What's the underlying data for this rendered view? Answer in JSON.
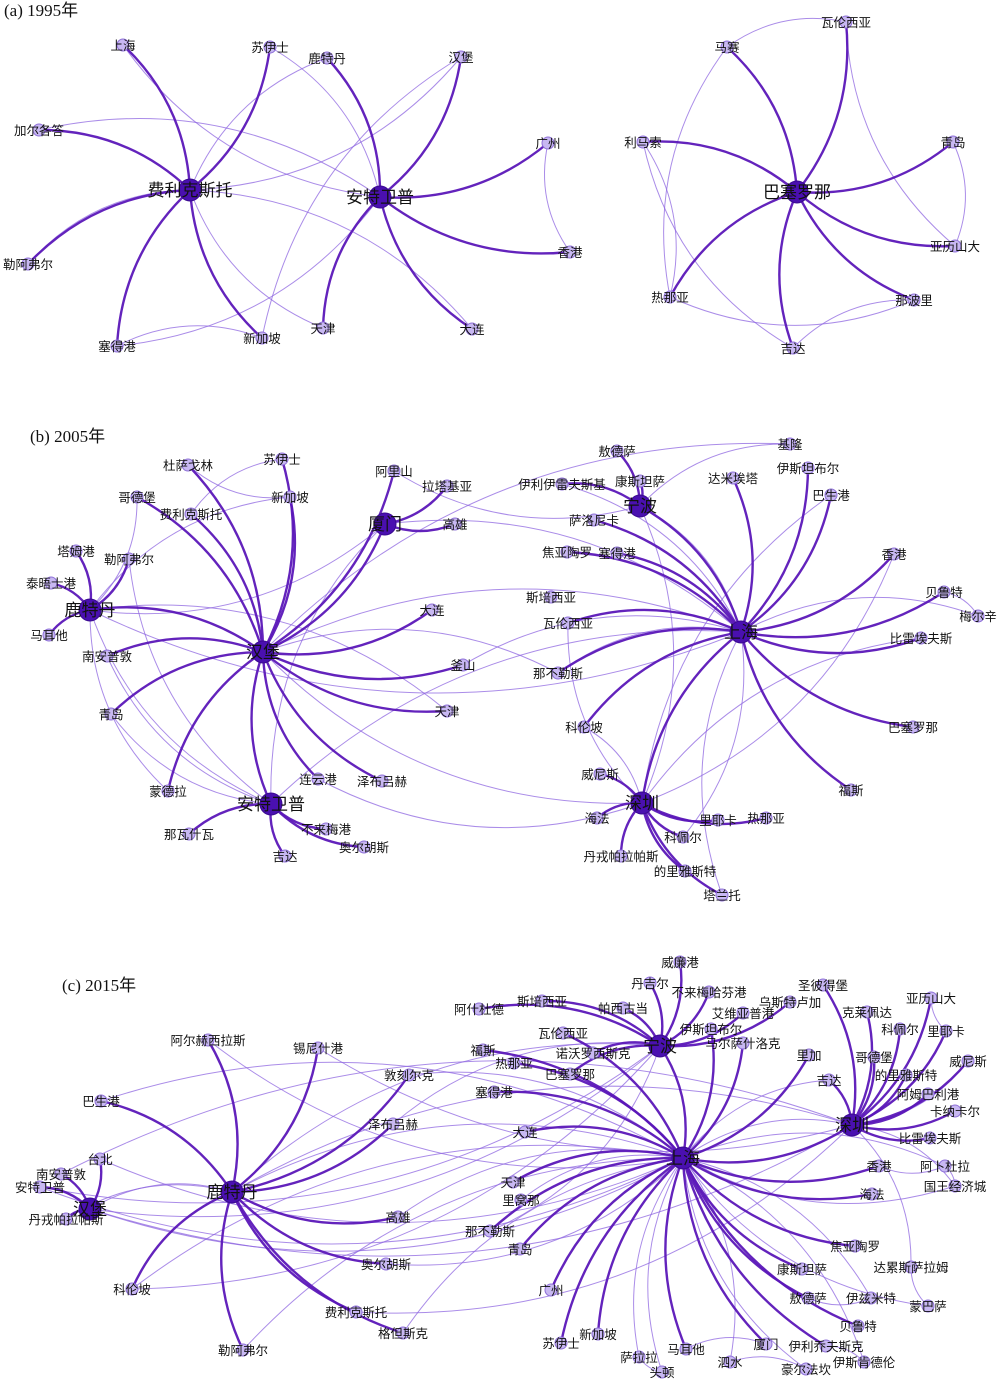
{
  "panels": [
    {
      "id": "a",
      "title": "(a) 1995年",
      "hubs": [
        {
          "name": "费利克斯托",
          "spokes": [
            "上海",
            "苏伊士",
            "加尔各答",
            "勒阿弗尔",
            "塞得港",
            "新加坡"
          ]
        },
        {
          "name": "安特卫普",
          "spokes": [
            "鹿特丹",
            "汉堡",
            "广州",
            "香港",
            "大连",
            "天津"
          ]
        },
        {
          "name": "巴塞罗那",
          "spokes": [
            "马赛",
            "瓦伦西亚",
            "利马索",
            "青岛",
            "亚历山大",
            "那波里",
            "吉达",
            "热那亚"
          ]
        }
      ],
      "nodes": [
        "上海",
        "苏伊士",
        "鹿特丹",
        "汉堡",
        "瓦伦西亚",
        "马赛",
        "加尔各答",
        "广州",
        "利马索",
        "青岛",
        "费利克斯托",
        "安特卫普",
        "巴塞罗那",
        "香港",
        "亚历山大",
        "勒阿弗尔",
        "热那亚",
        "那波里",
        "天津",
        "大连",
        "新加坡",
        "塞得港",
        "吉达"
      ]
    },
    {
      "id": "b",
      "title": "(b) 2005年",
      "hubs": [
        {
          "name": "汉堡",
          "spokes": [
            "费利克斯托",
            "哥德堡",
            "杜萨戈林",
            "苏伊士",
            "新加坡",
            "阿里山",
            "厦门",
            "大连",
            "釜山",
            "天津",
            "连云港",
            "泽布吕赫",
            "安特卫普",
            "蒙德拉",
            "青岛",
            "南安普敦",
            "鹿特丹"
          ]
        },
        {
          "name": "上海",
          "spokes": [
            "宁波",
            "达米埃塔",
            "伊斯坦布尔",
            "巴生港",
            "香港",
            "贝鲁特",
            "比雷埃夫斯",
            "巴塞罗那",
            "福斯",
            "深圳",
            "科伦坡",
            "那不勒斯",
            "瓦伦西亚",
            "塞得港",
            "萨洛尼卡",
            "焦亚陶罗"
          ]
        },
        {
          "name": "深圳",
          "spokes": [
            "威尼斯",
            "海法",
            "科佩尔",
            "丹戎帕拉帕斯",
            "的里雅斯特",
            "塔兰托",
            "里耶卡",
            "热那亚"
          ]
        },
        {
          "name": "鹿特丹",
          "spokes": [
            "塔姆港",
            "泰晤士港",
            "马耳他",
            "勒阿弗尔"
          ]
        },
        {
          "name": "安特卫普",
          "spokes": [
            "不来梅港",
            "吉达",
            "奥尔胡斯",
            "那瓦什瓦"
          ]
        },
        {
          "name": "厦门",
          "spokes": [
            "拉塔基亚",
            "高雄"
          ]
        },
        {
          "name": "宁波",
          "spokes": [
            "敖德萨",
            "伊利伊雷夫斯基",
            "康斯坦萨"
          ]
        }
      ],
      "nodes": [
        "敖德萨",
        "基隆",
        "伊斯坦布尔",
        "杜萨戈林",
        "苏伊士",
        "阿里山",
        "康斯坦萨",
        "伊利伊雷夫斯基",
        "达米埃塔",
        "巴生港",
        "哥德堡",
        "拉塔基亚",
        "宁波",
        "费利克斯托",
        "新加坡",
        "厦门",
        "高雄",
        "萨洛尼卡",
        "塞得港",
        "塔姆港",
        "焦亚陶罗",
        "勒阿弗尔",
        "香港",
        "泰晤士港",
        "斯培西亚",
        "鹿特丹",
        "贝鲁特",
        "梅尔辛",
        "大连",
        "瓦伦西亚",
        "马耳他",
        "上海",
        "汉堡",
        "比雷埃夫斯",
        "南安普敦",
        "釜山",
        "那不勒斯",
        "天津",
        "青岛",
        "科伦坡",
        "巴塞罗那",
        "连云港",
        "泽布吕赫",
        "威尼斯",
        "蒙德拉",
        "福斯",
        "安特卫普",
        "深圳",
        "海法",
        "里耶卡",
        "热那亚",
        "不来梅港",
        "科佩尔",
        "那瓦什瓦",
        "奥尔胡斯",
        "丹戎帕拉帕斯",
        "吉达",
        "的里雅斯特",
        "塔兰托"
      ]
    },
    {
      "id": "c",
      "title": "(c) 2015年",
      "hubs": [
        {
          "name": "上海",
          "spokes": [
            "宁波",
            "伊斯坦布尔",
            "马尔萨什洛克",
            "里加",
            "深圳",
            "香港",
            "海法",
            "焦亚陶罗",
            "康斯坦萨",
            "敖德萨",
            "贝鲁特",
            "伊利乔夫斯克",
            "厦门",
            "马耳他",
            "新加坡",
            "苏伊士",
            "广州",
            "青岛",
            "那不勒斯",
            "天津",
            "塞得港",
            "大连",
            "热那亚",
            "福斯",
            "瓦伦西亚"
          ]
        },
        {
          "name": "鹿特丹",
          "spokes": [
            "阿尔赫西拉斯",
            "锡尼什港",
            "敦刻尔克",
            "泽布吕赫",
            "高雄",
            "奥尔胡斯",
            "费利克斯托",
            "格但斯克",
            "勒阿弗尔",
            "科伦坡",
            "巴生港"
          ]
        },
        {
          "name": "深圳",
          "spokes": [
            "圣彼得堡",
            "克莱佩达",
            "哥德堡",
            "的里雅斯特",
            "阿姆巴利港",
            "卡纳卡尔",
            "比雷埃夫斯",
            "亚历山大",
            "科佩尔",
            "里耶卡",
            "威尼斯",
            "吉达"
          ]
        },
        {
          "name": "汉堡",
          "spokes": [
            "台北",
            "南安普敦",
            "安特卫普",
            "丹戎帕拉帕斯"
          ]
        },
        {
          "name": "宁波",
          "spokes": [
            "威廉港",
            "丹吉尔",
            "不来梅哈芬港",
            "帕西古当",
            "艾维亚普港",
            "乌斯特卢加",
            "斯培西亚",
            "阿什杜德",
            "诺沃罗西斯克",
            "巴塞罗那"
          ]
        }
      ],
      "nodes": [
        "威廉港",
        "丹吉尔",
        "不来梅哈芬港",
        "圣彼得堡",
        "阿什杜德",
        "斯培西亚",
        "帕西古当",
        "乌斯特卢加",
        "亚历山大",
        "艾维亚普港",
        "克莱佩达",
        "瓦伦西亚",
        "伊斯坦布尔",
        "科佩尔",
        "里耶卡",
        "福斯",
        "热那亚",
        "诺沃罗西斯克",
        "宁波",
        "马尔萨什洛克",
        "阿尔赫西拉斯",
        "锡尼什港",
        "巴塞罗那",
        "里加",
        "哥德堡",
        "威尼斯",
        "吉达",
        "的里雅斯特",
        "敦刻尔克",
        "塞得港",
        "阿姆巴利港",
        "巴生港",
        "卡纳卡尔",
        "泽布吕赫",
        "深圳",
        "大连",
        "比雷埃夫斯",
        "台北",
        "香港",
        "阿卜杜拉",
        "南安普敦",
        "天津",
        "上海",
        "国王经济城",
        "鹿特丹",
        "里窝那",
        "海法",
        "安特卫普",
        "汉堡",
        "高雄",
        "丹戎帕拉帕斯",
        "那不勒斯",
        "青岛",
        "焦亚陶罗",
        "奥尔胡斯",
        "达累斯萨拉姆",
        "康斯坦萨",
        "科伦坡",
        "广州",
        "敖德萨",
        "伊兹米特",
        "蒙巴萨",
        "费利克斯托",
        "贝鲁特",
        "勒阿弗尔",
        "格但斯克",
        "新加坡",
        "苏伊士",
        "萨拉拉",
        "马耳他",
        "厦门",
        "伊利乔夫斯克",
        "泗水",
        "豪尔法坎",
        "伊斯肯德伦",
        "头顿"
      ]
    }
  ]
}
